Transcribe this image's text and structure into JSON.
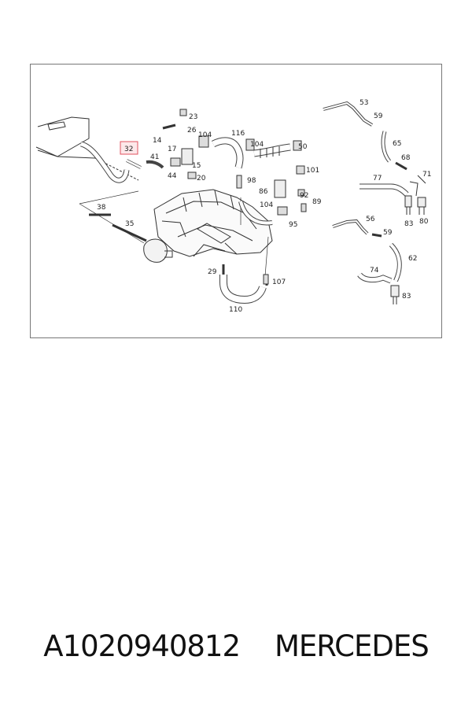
{
  "diagram": {
    "highlight_color": "#e0525f",
    "highlighted_part": "32",
    "labels": {
      "p23": "23",
      "p26": "26",
      "p14": "14",
      "p104a": "104",
      "p116": "116",
      "p104b": "104",
      "p50": "50",
      "p17": "17",
      "p32": "32",
      "p41": "41",
      "p15": "15",
      "p44": "44",
      "p20": "20",
      "p98": "98",
      "p101": "101",
      "p86": "86",
      "p92": "92",
      "p89": "89",
      "p104c": "104",
      "p95": "95",
      "p38": "38",
      "p35": "35",
      "p29": "29",
      "p107": "107",
      "p110": "110",
      "p53": "53",
      "p59a": "59",
      "p65": "65",
      "p68": "68",
      "p77": "77",
      "p71": "71",
      "p83a": "83",
      "p80": "80",
      "p56": "56",
      "p59b": "59",
      "p62": "62",
      "p74": "74",
      "p83b": "83"
    }
  },
  "caption": {
    "part_number": "A1020940812",
    "brand": "MERCEDES"
  }
}
